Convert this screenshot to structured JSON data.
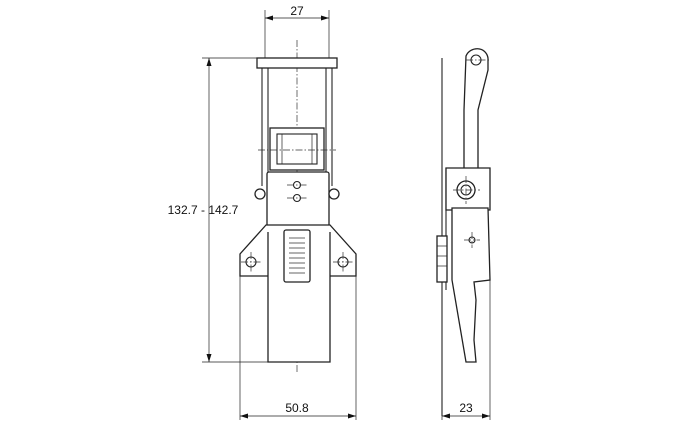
{
  "dimensions": {
    "top_width": "27",
    "height_range": "132.7 - 142.7",
    "base_width": "50.8",
    "side_depth": "23"
  },
  "views": [
    "front-view",
    "side-view"
  ]
}
